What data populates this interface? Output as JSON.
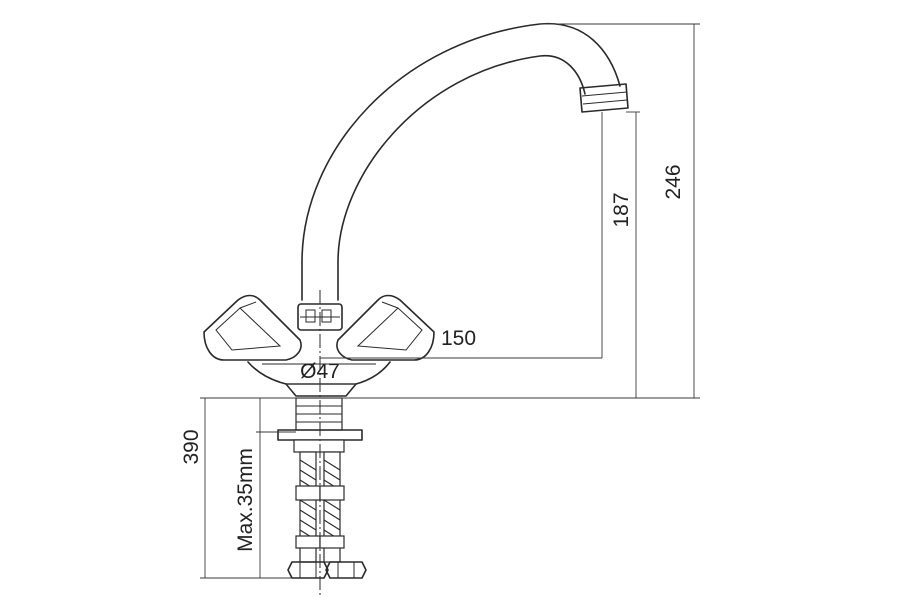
{
  "dimensions": {
    "overall_height": "246",
    "spout_height": "187",
    "spout_reach": "150",
    "base_diameter": "Ø47",
    "connector_length": "390",
    "max_thickness": "Max.35mm"
  },
  "colors": {
    "line": "#2a2a2a",
    "background": "#ffffff"
  }
}
